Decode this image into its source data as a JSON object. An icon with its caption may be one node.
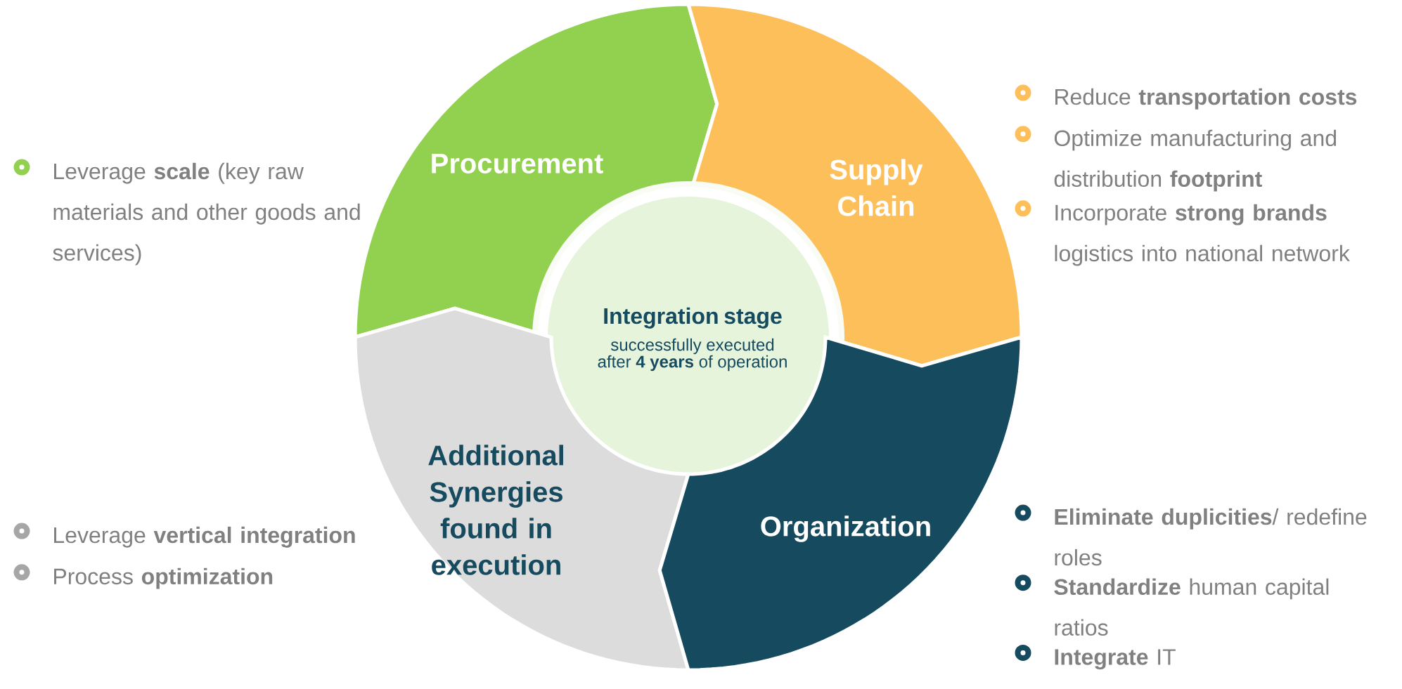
{
  "diagram": {
    "nodes": [
      {
        "text": [
          "Procurement"
        ],
        "beside": [
          "Leverage **scale** (key raw materials and other goods and services)"
        ]
      },
      {
        "text": [
          "Supply Chain"
        ],
        "beside": [
          "Reduce **transportation costs**",
          "Optimize manufacturing and distribution **footprint**",
          "Incorporate **strong brands** logistics into national network"
        ]
      },
      {
        "text": [
          "Integration stage",
          "successfully executed after **4 years** of operation"
        ]
      },
      {
        "text": [
          "Additional Synergies found in execution"
        ],
        "beside": [
          "Leverage **vertical integration**",
          "Process **optimization**"
        ]
      },
      {
        "text": [
          "Organization"
        ],
        "beside": [
          "**Eliminate duplicities**/ redefine roles",
          "**Standardize** human capital ratios",
          "**Integrate** IT"
        ]
      }
    ],
    "edges": []
  }
}
